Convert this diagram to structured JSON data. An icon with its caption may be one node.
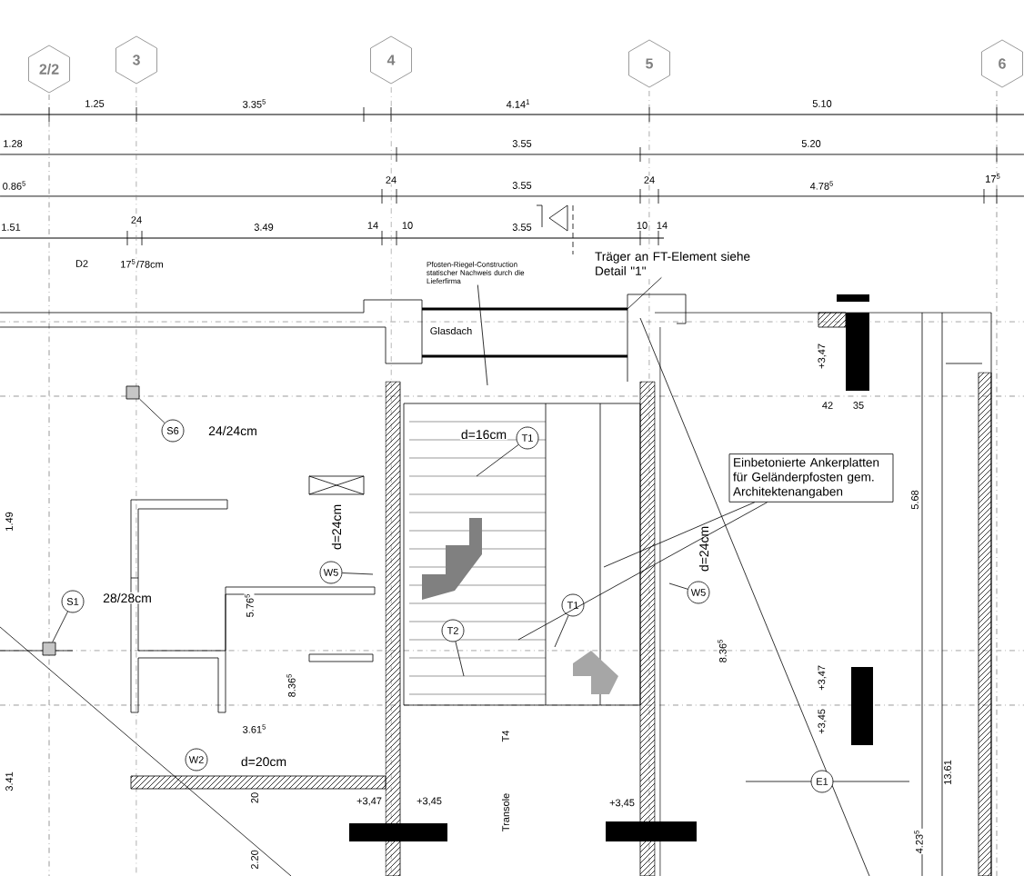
{
  "diagram": {
    "nodes": [
      {
        "text": [
          "2/2"
        ]
      },
      {
        "text": [
          "3"
        ]
      },
      {
        "text": [
          "4"
        ]
      },
      {
        "text": [
          "5"
        ]
      },
      {
        "text": [
          "6"
        ]
      },
      {
        "text": [
          "S6"
        ],
        "beside": [
          "24/24cm"
        ]
      },
      {
        "text": [],
        "shape": "box"
      },
      {
        "text": [
          "S1"
        ],
        "beside": [
          "28/28cm"
        ]
      },
      {
        "text": [],
        "shape": "box"
      },
      {
        "text": [
          "W5"
        ],
        "beside": [
          "d=24cm"
        ]
      },
      {
        "text": [
          "W2"
        ],
        "beside": [
          "d=20cm"
        ]
      },
      {
        "text": [
          "Einbetonierte Ankerplatten für Geländerpfosten gem. Architektenangaben"
        ]
      },
      {
        "text": [
          "T1"
        ],
        "beside": [
          "d=16cm"
        ]
      },
      {
        "text": [
          "T1"
        ]
      },
      {
        "text": [
          "T2"
        ]
      },
      {
        "text": [
          "E1"
        ]
      },
      {
        "text": [
          "Träger an FT-Element siehe Detail \"1\""
        ]
      },
      {
        "text": [
          "Pfosten-Riegel-Construction statischer Nachweis durch die Lieferfirma"
        ]
      },
      {
        "text": [
          "W5"
        ],
        "beside": [
          "d=24cm"
        ]
      }
    ],
    "edges": [
      {
        "from": 5,
        "to": 6,
        "arrow": "none"
      },
      {
        "from": 7,
        "to": 8,
        "arrow": "none"
      },
      {
        "from": 9,
        "to": null,
        "arrow": "none"
      },
      {
        "from": 18,
        "to": null,
        "arrow": "none"
      },
      {
        "from": 11,
        "to": null,
        "arrow": "none"
      },
      {
        "from": 11,
        "to": null,
        "arrow": "none"
      },
      {
        "from": 12,
        "to": null,
        "arrow": "none"
      },
      {
        "from": 13,
        "to": null,
        "arrow": "none"
      },
      {
        "from": 14,
        "to": null,
        "arrow": "none"
      },
      {
        "from": 16,
        "to": null,
        "arrow": "none"
      },
      {
        "from": 17,
        "to": null,
        "arrow": "none"
      }
    ],
    "labels": [
      "D2",
      "17$^{5}$/78cm",
      "1.25",
      "3.35$^{5}$",
      "4.14$^{1}$",
      "5.10",
      "1.28",
      "3.55",
      "5.20",
      "0.86$^{5}$",
      "24",
      "3.55",
      "24",
      "4.78$^{5}$",
      "17$^{5}$",
      "1.51",
      "24",
      "3.49",
      "14",
      "10",
      "3.55",
      "10",
      "14",
      "Glasdach",
      "5.76$^{5}$",
      "3.61$^{5}$",
      "8.36$^{5}$",
      "8.36$^{5}$",
      "5.68",
      "13.61",
      "4.23$^{5}$",
      "Transole",
      "T4",
      "+3,47",
      "+3,45",
      "+3,45",
      "+3,47",
      "+3,45",
      "+3,47",
      "3.41",
      "2.20",
      "1.49",
      "42",
      "35",
      "20"
    ]
  }
}
